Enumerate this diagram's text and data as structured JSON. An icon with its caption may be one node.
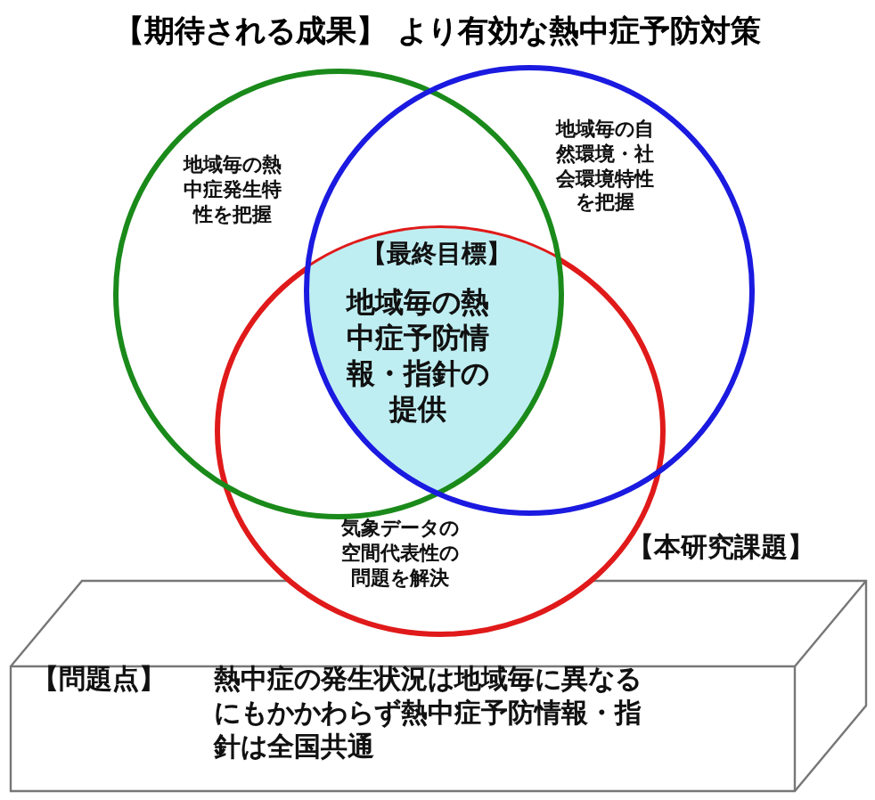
{
  "diagram": {
    "title": "【期待される成果】 より有効な熱中症予防対策",
    "nodes": [
      {
        "text": [
          "地域毎の熱中症発生特性を把握"
        ]
      },
      {
        "text": [
          "地域毎の自然環境・社会環境特性を把握"
        ]
      },
      {
        "text": [
          "【最終目標】",
          "地域毎の熱中症予防情報・指針の提供"
        ]
      },
      {
        "text": [
          "気象データの空間代表性の問題を解決"
        ]
      },
      {
        "text": [
          "【問題点】",
          "熱中症の発生状況は地域毎に異なるにもかかわらず熱中症予防情報・指針は全国共通"
        ]
      }
    ],
    "edges": [],
    "labels": [
      "【本研究課題】"
    ]
  }
}
